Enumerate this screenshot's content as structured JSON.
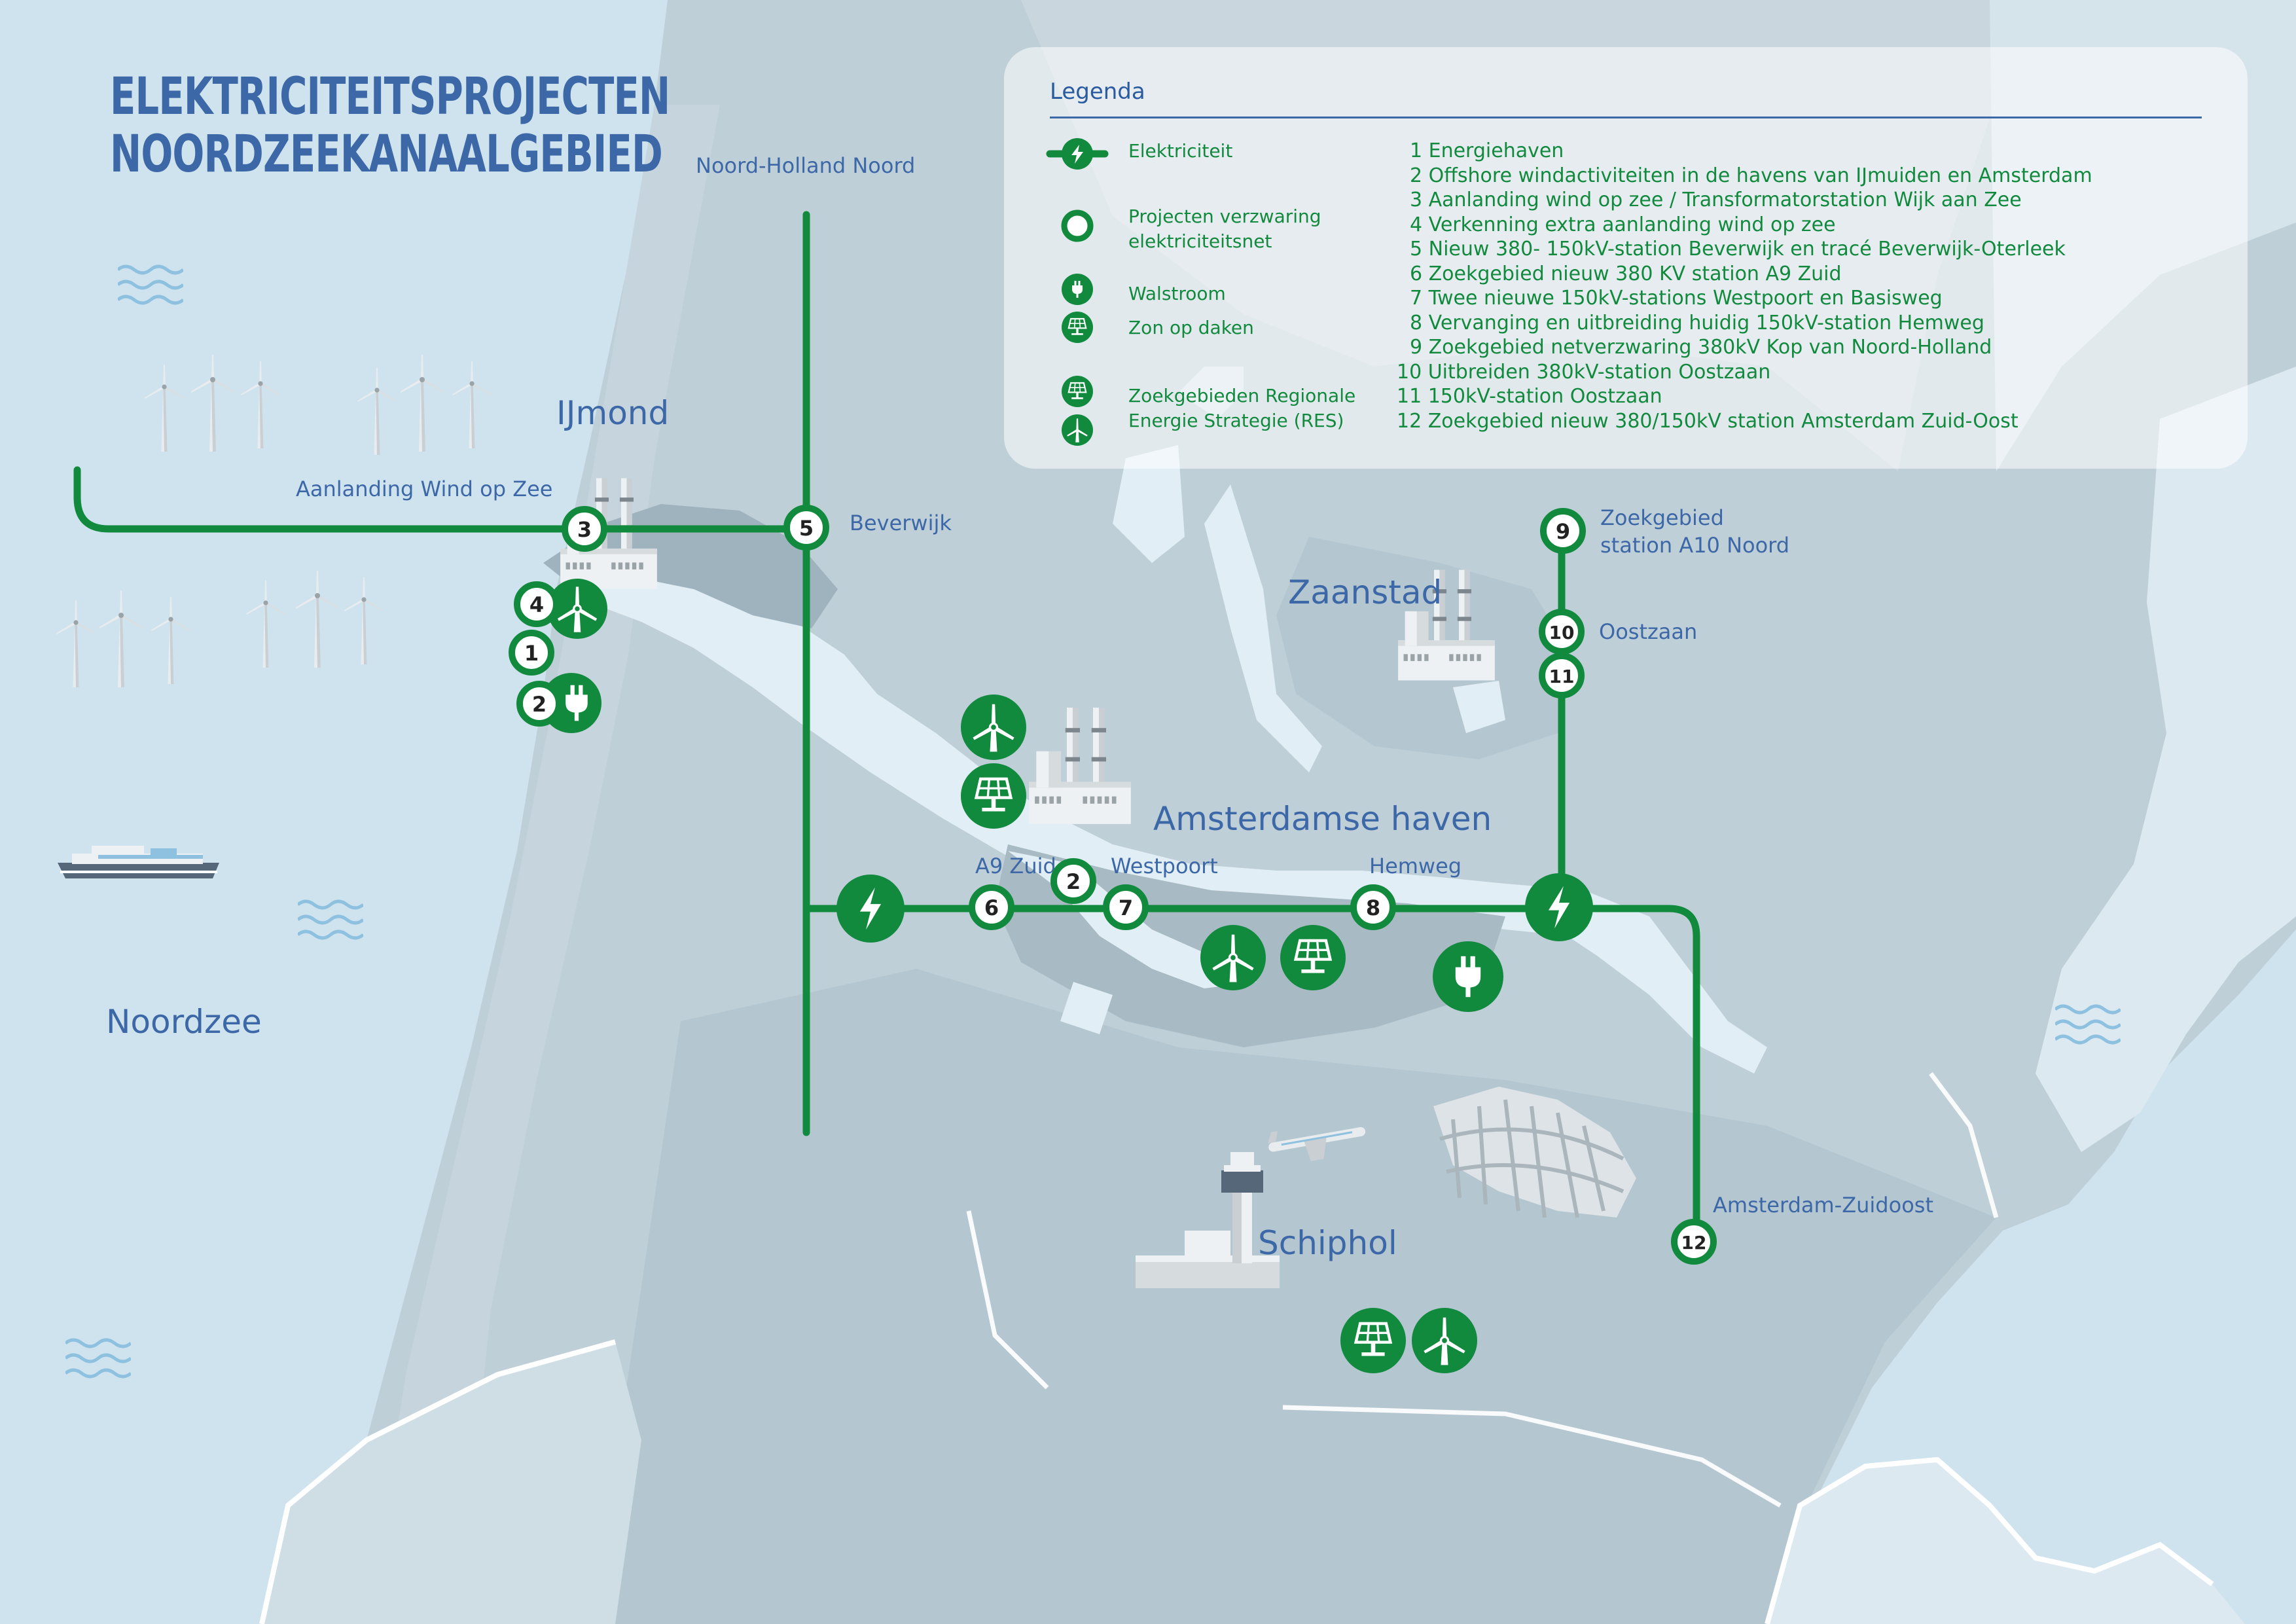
{
  "title": {
    "line1": "ELEKTRICITEITSPROJECTEN",
    "line2": "NOORDZEEKANAALGEBIED"
  },
  "places": {
    "noordzee": "Noordzee",
    "ijmond": "IJmond",
    "zaanstad": "Zaanstad",
    "amsterdamse_haven": "Amsterdamse haven",
    "schiphol": "Schiphol",
    "noord_holland_noord": "Noord-Holland Noord",
    "aanlanding_wind": "Aanlanding Wind op Zee",
    "beverwijk": "Beverwijk",
    "a9_zuid": "A9 Zuid",
    "westpoort": "Westpoort",
    "hemweg": "Hemweg",
    "zoekgebied_line1": "Zoekgebied",
    "zoekgebied_line2": "station A10 Noord",
    "oostzaan": "Oostzaan",
    "amsterdam_zuidoost": "Amsterdam-Zuidoost"
  },
  "markers": {
    "m1": "1",
    "m2a": "2",
    "m2b": "2",
    "m3": "3",
    "m4": "4",
    "m5": "5",
    "m6": "6",
    "m7": "7",
    "m8": "8",
    "m9": "9",
    "m10": "10",
    "m11": "11",
    "m12": "12"
  },
  "legend": {
    "title": "Legenda",
    "elektriciteit": "Elektriciteit",
    "verzwaring_line1": "Projecten verzwaring",
    "verzwaring_line2": "elektriciteitsnet",
    "walstroom": "Walstroom",
    "zon": "Zon op daken",
    "res_line1": "Zoekgebieden Regionale",
    "res_line2": "Energie Strategie (RES)",
    "projects": [
      "1 Energiehaven",
      "2 Offshore windactiviteiten in de havens van IJmuiden en Amsterdam",
      "3 Aanlanding wind op zee / Transformatorstation Wijk aan Zee",
      "4 Verkenning extra aanlanding wind op zee",
      "5 Nieuw 380- 150kV-station Beverwijk en tracé Beverwijk-Oterleek",
      "6 Zoekgebied nieuw 380 KV station A9 Zuid",
      "7 Twee nieuwe 150kV-stations Westpoort en Basisweg",
      "8 Vervanging en uitbreiding huidig 150kV-station Hemweg",
      "9 Zoekgebied netverzwaring 380kV Kop van Noord-Holland",
      "10 Uitbreiden 380kV-station Oostzaan",
      "11 150kV-station Oostzaan",
      "12 Zoekgebied nieuw 380/150kV station Amsterdam Zuid-Oost"
    ]
  },
  "colors": {
    "sea": "#cfe3ee",
    "land": "#bccdd6",
    "water": "#e2eef5",
    "grid_green": "#118a3e",
    "text_blue": "#3d68a7"
  }
}
